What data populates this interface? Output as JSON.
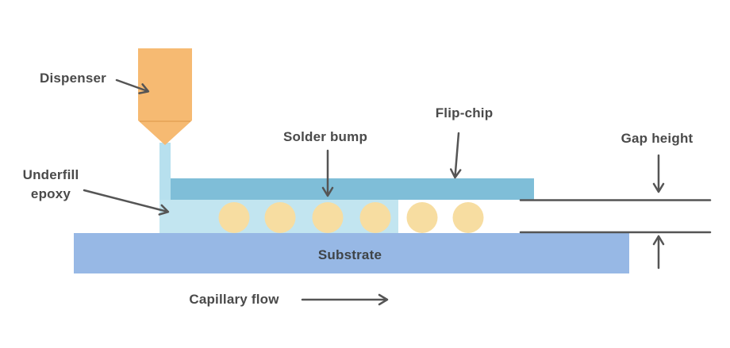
{
  "diagram": {
    "labels": {
      "dispenser": "Dispenser",
      "underfill_epoxy_line1": "Underfill",
      "underfill_epoxy_line2": "epoxy",
      "solder_bump": "Solder bump",
      "flip_chip": "Flip-chip",
      "gap_height": "Gap height",
      "substrate": "Substrate",
      "capillary_flow": "Capillary flow"
    },
    "colors": {
      "dispenser": "#f6ba72",
      "dispenser_edge": "#e9a85c",
      "epoxy_stream": "#b7e0ee",
      "epoxy": "#c2e5f0",
      "flip_chip": "#7fbed8",
      "solder_bump": "#f7dda1",
      "substrate": "#97b8e5",
      "annotation": "#555555",
      "text": "#4a4a4a"
    },
    "solder_bump_count": 6
  }
}
